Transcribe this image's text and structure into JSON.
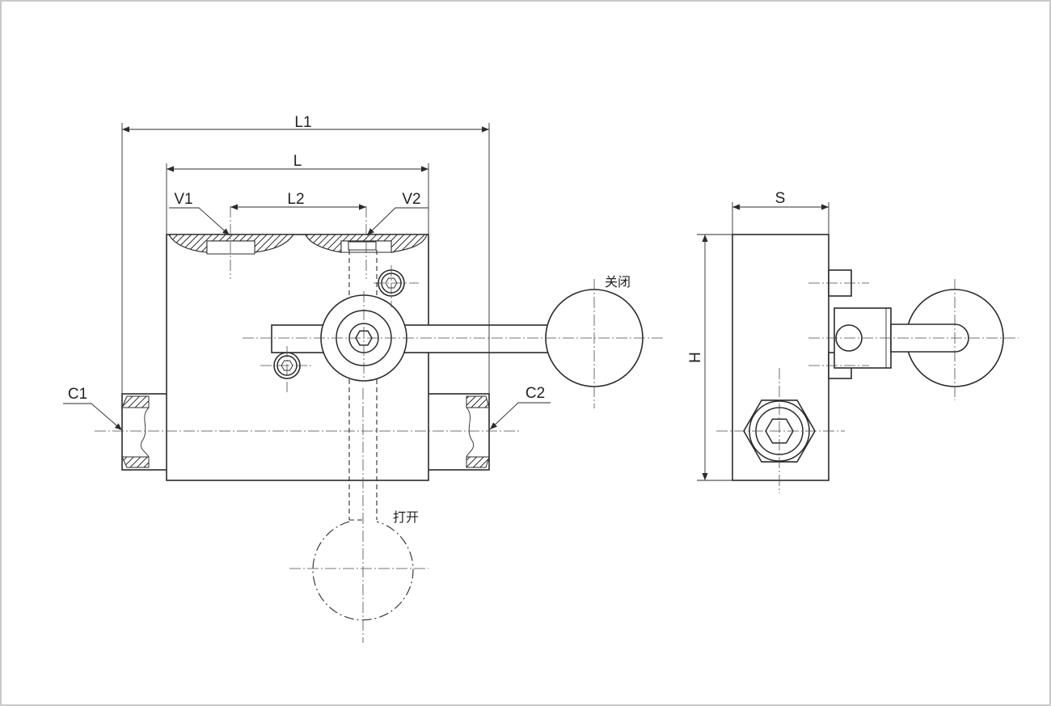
{
  "labels": {
    "L1": "L1",
    "L": "L",
    "L2": "L2",
    "V1": "V1",
    "V2": "V2",
    "C1": "C1",
    "C2": "C2",
    "S": "S",
    "H": "H",
    "closed": "关闭",
    "open": "打开"
  }
}
